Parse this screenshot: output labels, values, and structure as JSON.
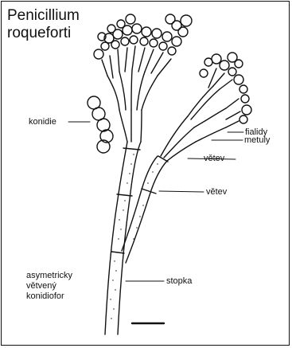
{
  "title": {
    "line1": "Penicillium",
    "line2": "roqueforti"
  },
  "labels": {
    "konidie": "konidie",
    "fialidy": "fialidy",
    "metuly": "metuly",
    "vetev_upper": "větev",
    "vetev_lower": "větev",
    "stopka": "stopka",
    "konidiofor": [
      "asymetricky",
      "větvený",
      "konidiofor"
    ]
  },
  "colors": {
    "ink": "#111111",
    "background": "#ffffff"
  }
}
